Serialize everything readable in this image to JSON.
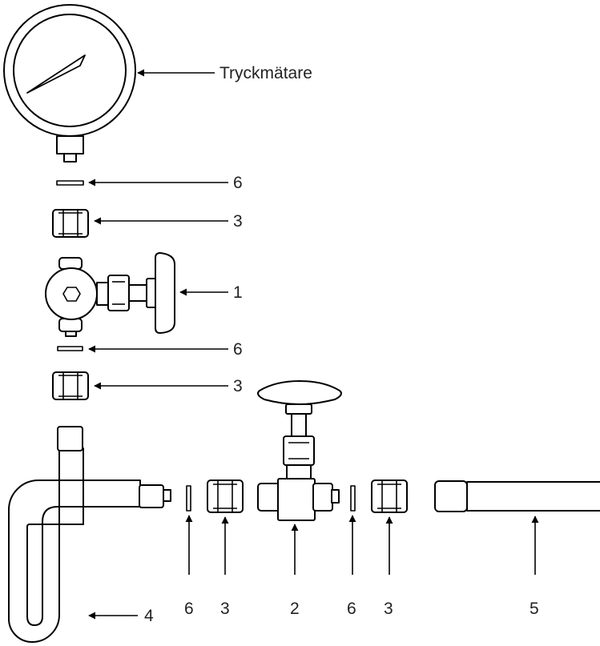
{
  "labels": {
    "pressure_gauge": "Tryckmätare",
    "gasket_top": "6",
    "coupling_top": "3",
    "valve_1": "1",
    "gasket_mid": "6",
    "coupling_mid": "3",
    "siphon_tube": "4",
    "gasket_bottom_left": "6",
    "coupling_bottom_left": "3",
    "valve_2": "2",
    "gasket_bottom_right": "6",
    "coupling_bottom_right": "3",
    "pipe": "5"
  }
}
